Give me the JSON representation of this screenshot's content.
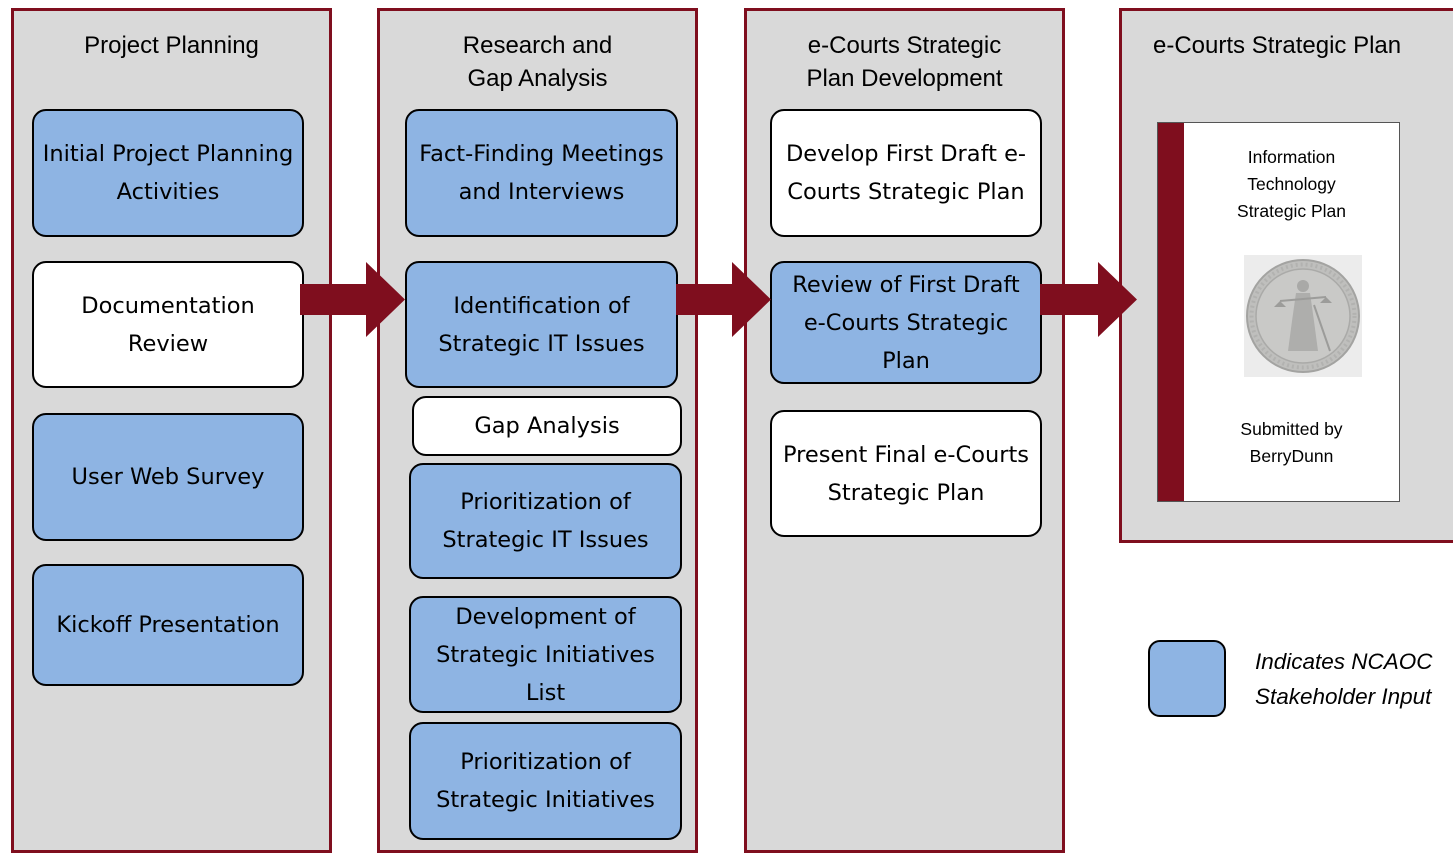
{
  "columns": [
    {
      "title": "Project Planning",
      "boxes": [
        {
          "label": "Initial Project Planning Activities",
          "style": "blue"
        },
        {
          "label": "Documentation Review",
          "style": "white"
        },
        {
          "label": "User Web Survey",
          "style": "blue"
        },
        {
          "label": "Kickoff Presentation",
          "style": "blue"
        }
      ]
    },
    {
      "title": "Research and Gap Analysis",
      "boxes": [
        {
          "label": "Fact-Finding Meetings and Interviews",
          "style": "blue"
        },
        {
          "label": "Identification of Strategic IT Issues",
          "style": "blue"
        },
        {
          "label": "Gap Analysis",
          "style": "white"
        },
        {
          "label": "Prioritization of Strategic IT Issues",
          "style": "blue"
        },
        {
          "label": "Development of Strategic Initiatives List",
          "style": "blue"
        },
        {
          "label": "Prioritization of Strategic Initiatives",
          "style": "blue"
        }
      ]
    },
    {
      "title": "e-Courts Strategic Plan Development",
      "boxes": [
        {
          "label": "Develop First Draft e-Courts Strategic Plan",
          "style": "white"
        },
        {
          "label": "Review of First Draft e-Courts Strategic Plan",
          "style": "blue"
        },
        {
          "label": "Present Final e-Courts Strategic Plan",
          "style": "white"
        }
      ]
    },
    {
      "title": "e-Courts Strategic Plan"
    }
  ],
  "document": {
    "title": "Information Technology Strategic Plan",
    "submitted": "Submitted by BerryDunn",
    "seal_icon": "court-seal-icon"
  },
  "legend": {
    "text_line1": "Indicates NCAOC",
    "text_line2": "Stakeholder Input"
  },
  "colors": {
    "frame": "#7f0e1e",
    "panel": "#d9d9d9",
    "input_box": "#8eb4e3",
    "plain_box": "#ffffff"
  }
}
